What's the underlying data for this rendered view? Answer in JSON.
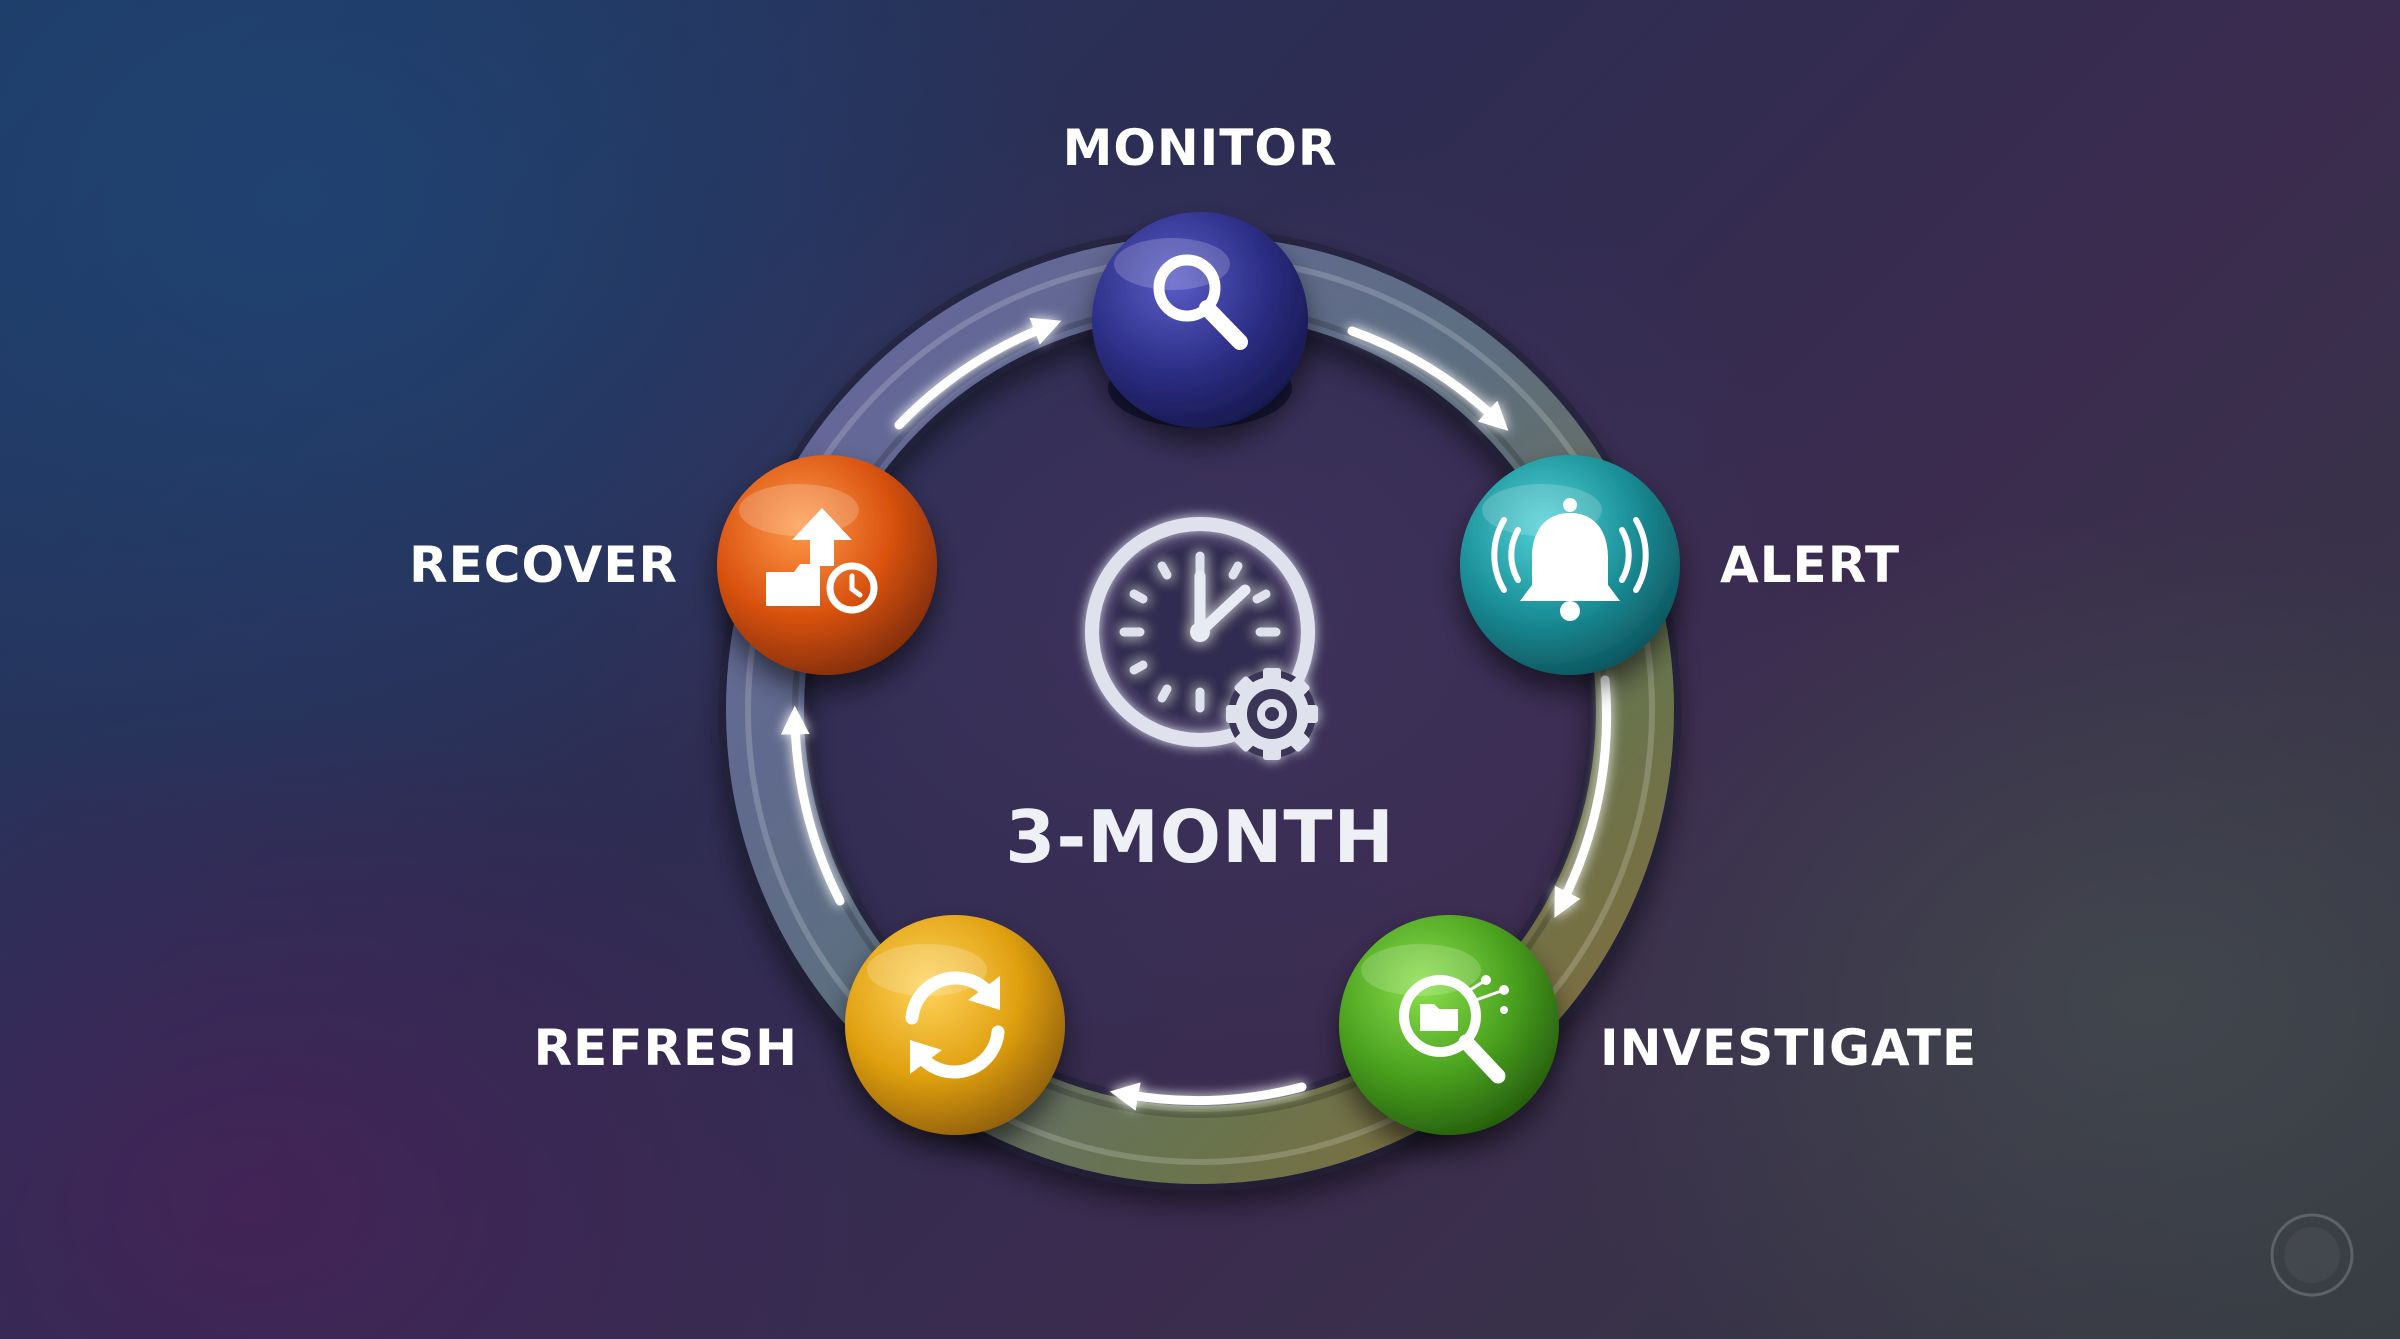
{
  "center": {
    "label": "3-MONTH",
    "icon": "clock-gear-icon"
  },
  "stages": [
    {
      "label": "MONITOR",
      "icon": "magnifier-icon",
      "color": "#2d2f86"
    },
    {
      "label": "ALERT",
      "icon": "bell-icon",
      "color": "#1b8f98"
    },
    {
      "label": "INVESTIGATE",
      "icon": "folder-search-icon",
      "color": "#4aa11f"
    },
    {
      "label": "REFRESH",
      "icon": "refresh-icon",
      "color": "#e0a010"
    },
    {
      "label": "RECOVER",
      "icon": "restore-icon",
      "color": "#d9520f"
    }
  ],
  "flow_direction": "clockwise"
}
